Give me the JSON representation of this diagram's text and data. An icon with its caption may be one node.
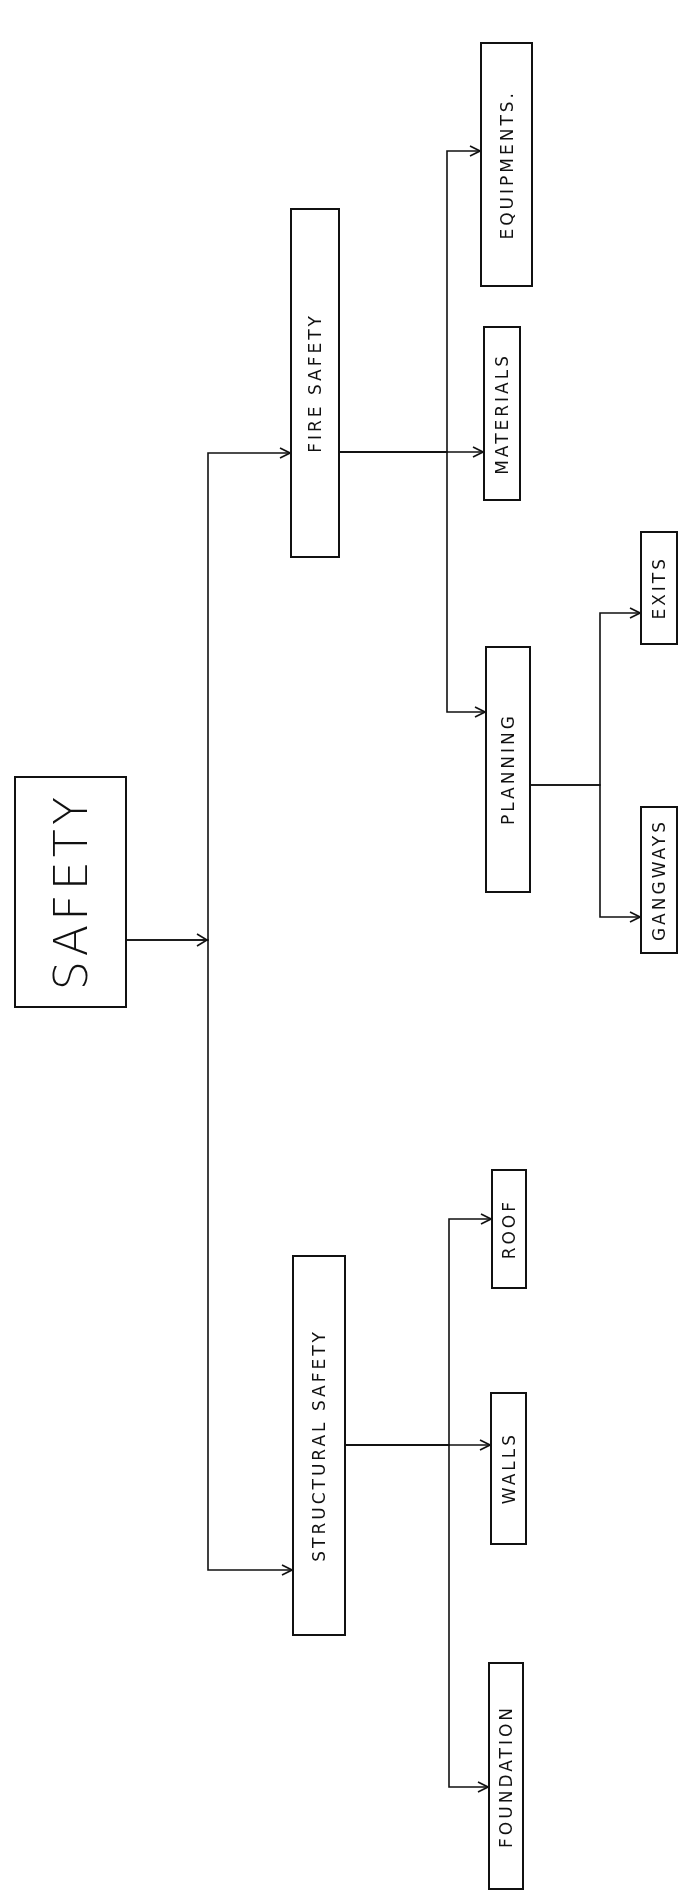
{
  "diagram": {
    "nodes": [
      {
        "text": [
          "SAFETY"
        ]
      },
      {
        "text": [
          "STRUCTURAL SAFETY"
        ]
      },
      {
        "text": [
          "FIRE SAFETY"
        ]
      },
      {
        "text": [
          "FOUNDATION"
        ]
      },
      {
        "text": [
          "WALLS"
        ]
      },
      {
        "text": [
          "ROOF"
        ]
      },
      {
        "text": [
          "PLANNING"
        ]
      },
      {
        "text": [
          "MATERIALS"
        ]
      },
      {
        "text": [
          "EQUIPMENTS."
        ]
      },
      {
        "text": [
          "GANGWAYS"
        ]
      },
      {
        "text": [
          "EXITS"
        ]
      }
    ],
    "edges": [
      {
        "from": 0,
        "to": 1,
        "arrow": "to"
      },
      {
        "from": 0,
        "to": 2,
        "arrow": "to"
      },
      {
        "from": 1,
        "to": 3,
        "arrow": "to"
      },
      {
        "from": 1,
        "to": 4,
        "arrow": "to"
      },
      {
        "from": 1,
        "to": 5,
        "arrow": "to"
      },
      {
        "from": 2,
        "to": 6,
        "arrow": "to"
      },
      {
        "from": 2,
        "to": 7,
        "arrow": "to"
      },
      {
        "from": 2,
        "to": 8,
        "arrow": "to"
      },
      {
        "from": 6,
        "to": 9,
        "arrow": "to"
      },
      {
        "from": 6,
        "to": 10,
        "arrow": "to"
      }
    ]
  }
}
